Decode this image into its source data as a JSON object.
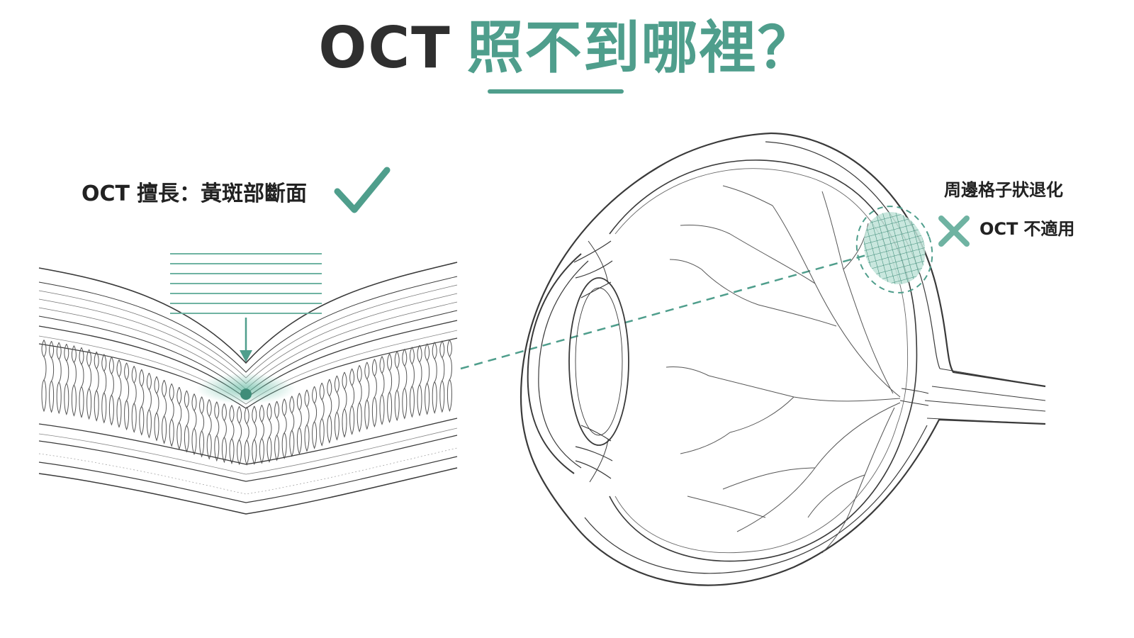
{
  "title": {
    "prefix": "OCT",
    "highlight": "照不到哪裡？"
  },
  "left_panel": {
    "label_prefix": "OCT",
    "label_text": "擅長：黃斑部斷面",
    "mark_icon": "checkmark-icon"
  },
  "right_panel": {
    "label_line1": "周邊格子狀退化",
    "label_line2_prefix": "OCT",
    "label_line2_text": "不適用",
    "mark_icon": "cross-icon"
  },
  "colors": {
    "accent": "#4f9e8c",
    "ink": "#2f2f2f",
    "line": "#3a3a3a",
    "highlight_fill": "#bfe3d8"
  }
}
